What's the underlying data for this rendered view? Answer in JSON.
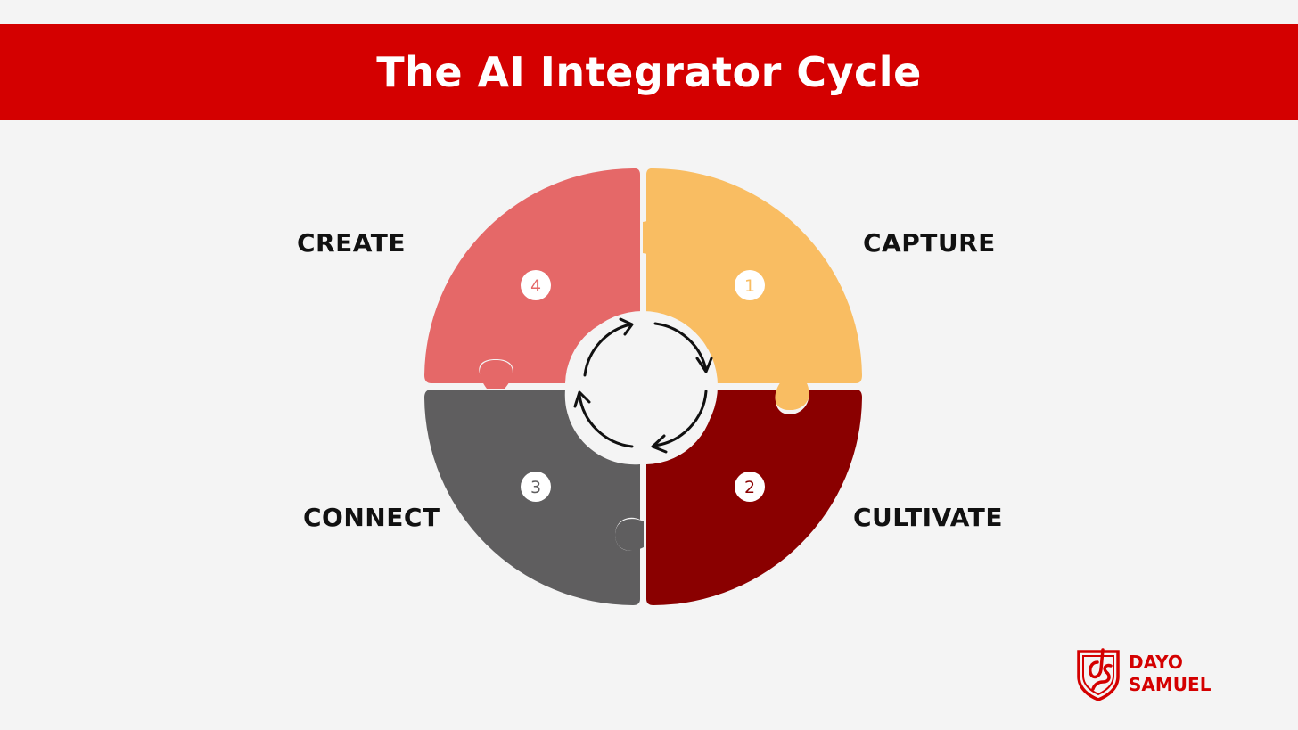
{
  "title": "The AI Integrator Cycle",
  "colors": {
    "banner": "#d40000",
    "background": "#f4f4f4",
    "capture": "#f9bd62",
    "cultivate": "#8a0000",
    "connect": "#5f5e5f",
    "create": "#e56868",
    "arrows": "#111111"
  },
  "stages": [
    {
      "number": "1",
      "label": "CAPTURE",
      "color": "#f9bd62"
    },
    {
      "number": "2",
      "label": "CULTIVATE",
      "color": "#8a0000"
    },
    {
      "number": "3",
      "label": "CONNECT",
      "color": "#5f5e5f"
    },
    {
      "number": "4",
      "label": "CREATE",
      "color": "#e56868"
    }
  ],
  "center_icon": "cycle-arrows-icon",
  "brand": {
    "logo_icon": "ds-shield-logo",
    "line1": "DAYO",
    "line2": "SAMUEL"
  }
}
